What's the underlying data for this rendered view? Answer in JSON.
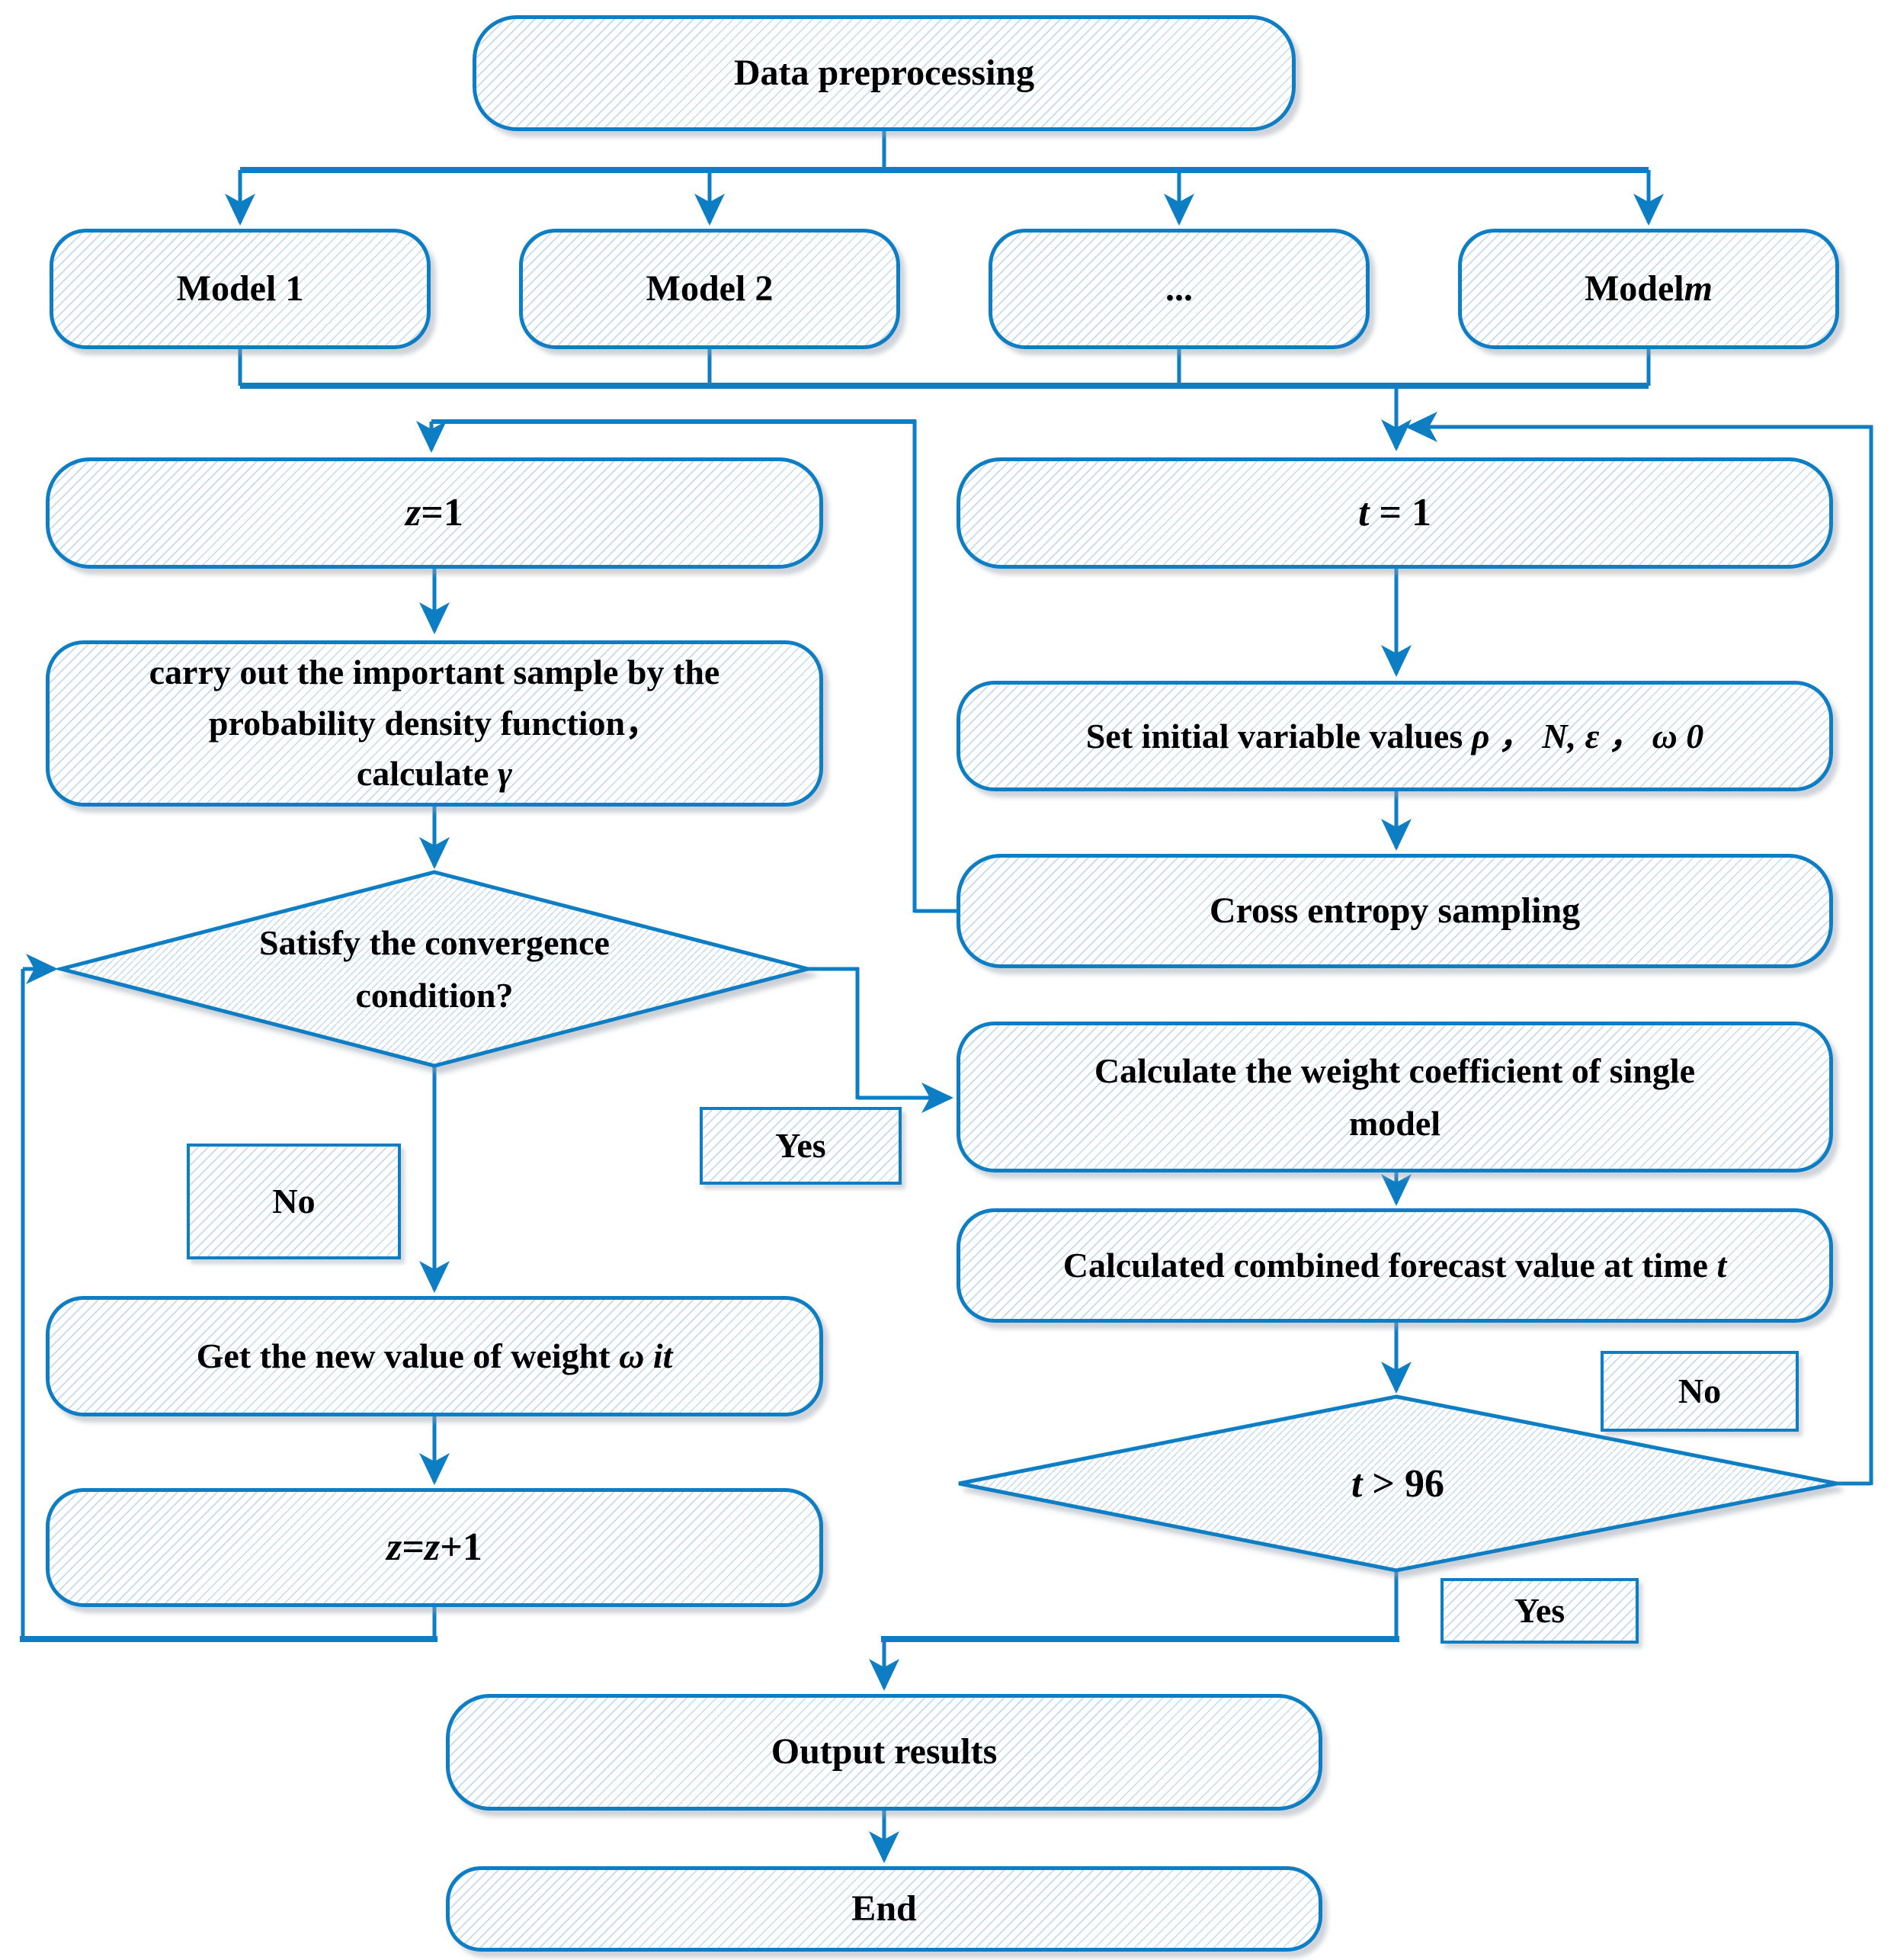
{
  "diagram": {
    "title_node": "Data preprocessing",
    "models": {
      "model_1": "Model 1",
      "model_2": "Model 2",
      "model_ellipsis": "...",
      "model_m_prefix": "Model ",
      "model_m_var": "m"
    },
    "left_branch": {
      "z_init": {
        "var": "z",
        "rest": "=1"
      },
      "importance_sampling": {
        "line1": "carry out the important sample by the",
        "line2": "probability density function，",
        "line3_prefix": "calculate ",
        "line3_var": "γ"
      },
      "convergence_decision": {
        "line1": "Satisfy the convergence",
        "line2": "condition?"
      },
      "no_label": "No",
      "yes_label": "Yes",
      "get_weight": {
        "prefix": "Get the new value of weight ",
        "var": "ω it"
      },
      "z_increment": {
        "p1": "z",
        "p2": "=",
        "p3": "z",
        "p4": "+1"
      }
    },
    "right_branch": {
      "t_init": {
        "var": "t",
        "rest": " = 1"
      },
      "set_initial": {
        "prefix": "Set initial variable values ",
        "vars": "ρ ， N,   ε ，  ω 0"
      },
      "cross_entropy": "Cross entropy sampling",
      "calc_weight": {
        "line1": "Calculate the weight coefficient of single",
        "line2": "model"
      },
      "calc_forecast": {
        "prefix": "Calculated combined forecast value at time ",
        "var": "t"
      },
      "t_decision": {
        "var": "t",
        "rest": " > 96"
      },
      "no_label": "No",
      "yes_label": "Yes"
    },
    "bottom": {
      "output": "Output results",
      "end": "End"
    },
    "colors": {
      "line": "#0e7ec4",
      "hatch": "#c6daec",
      "text": "#000000"
    }
  }
}
